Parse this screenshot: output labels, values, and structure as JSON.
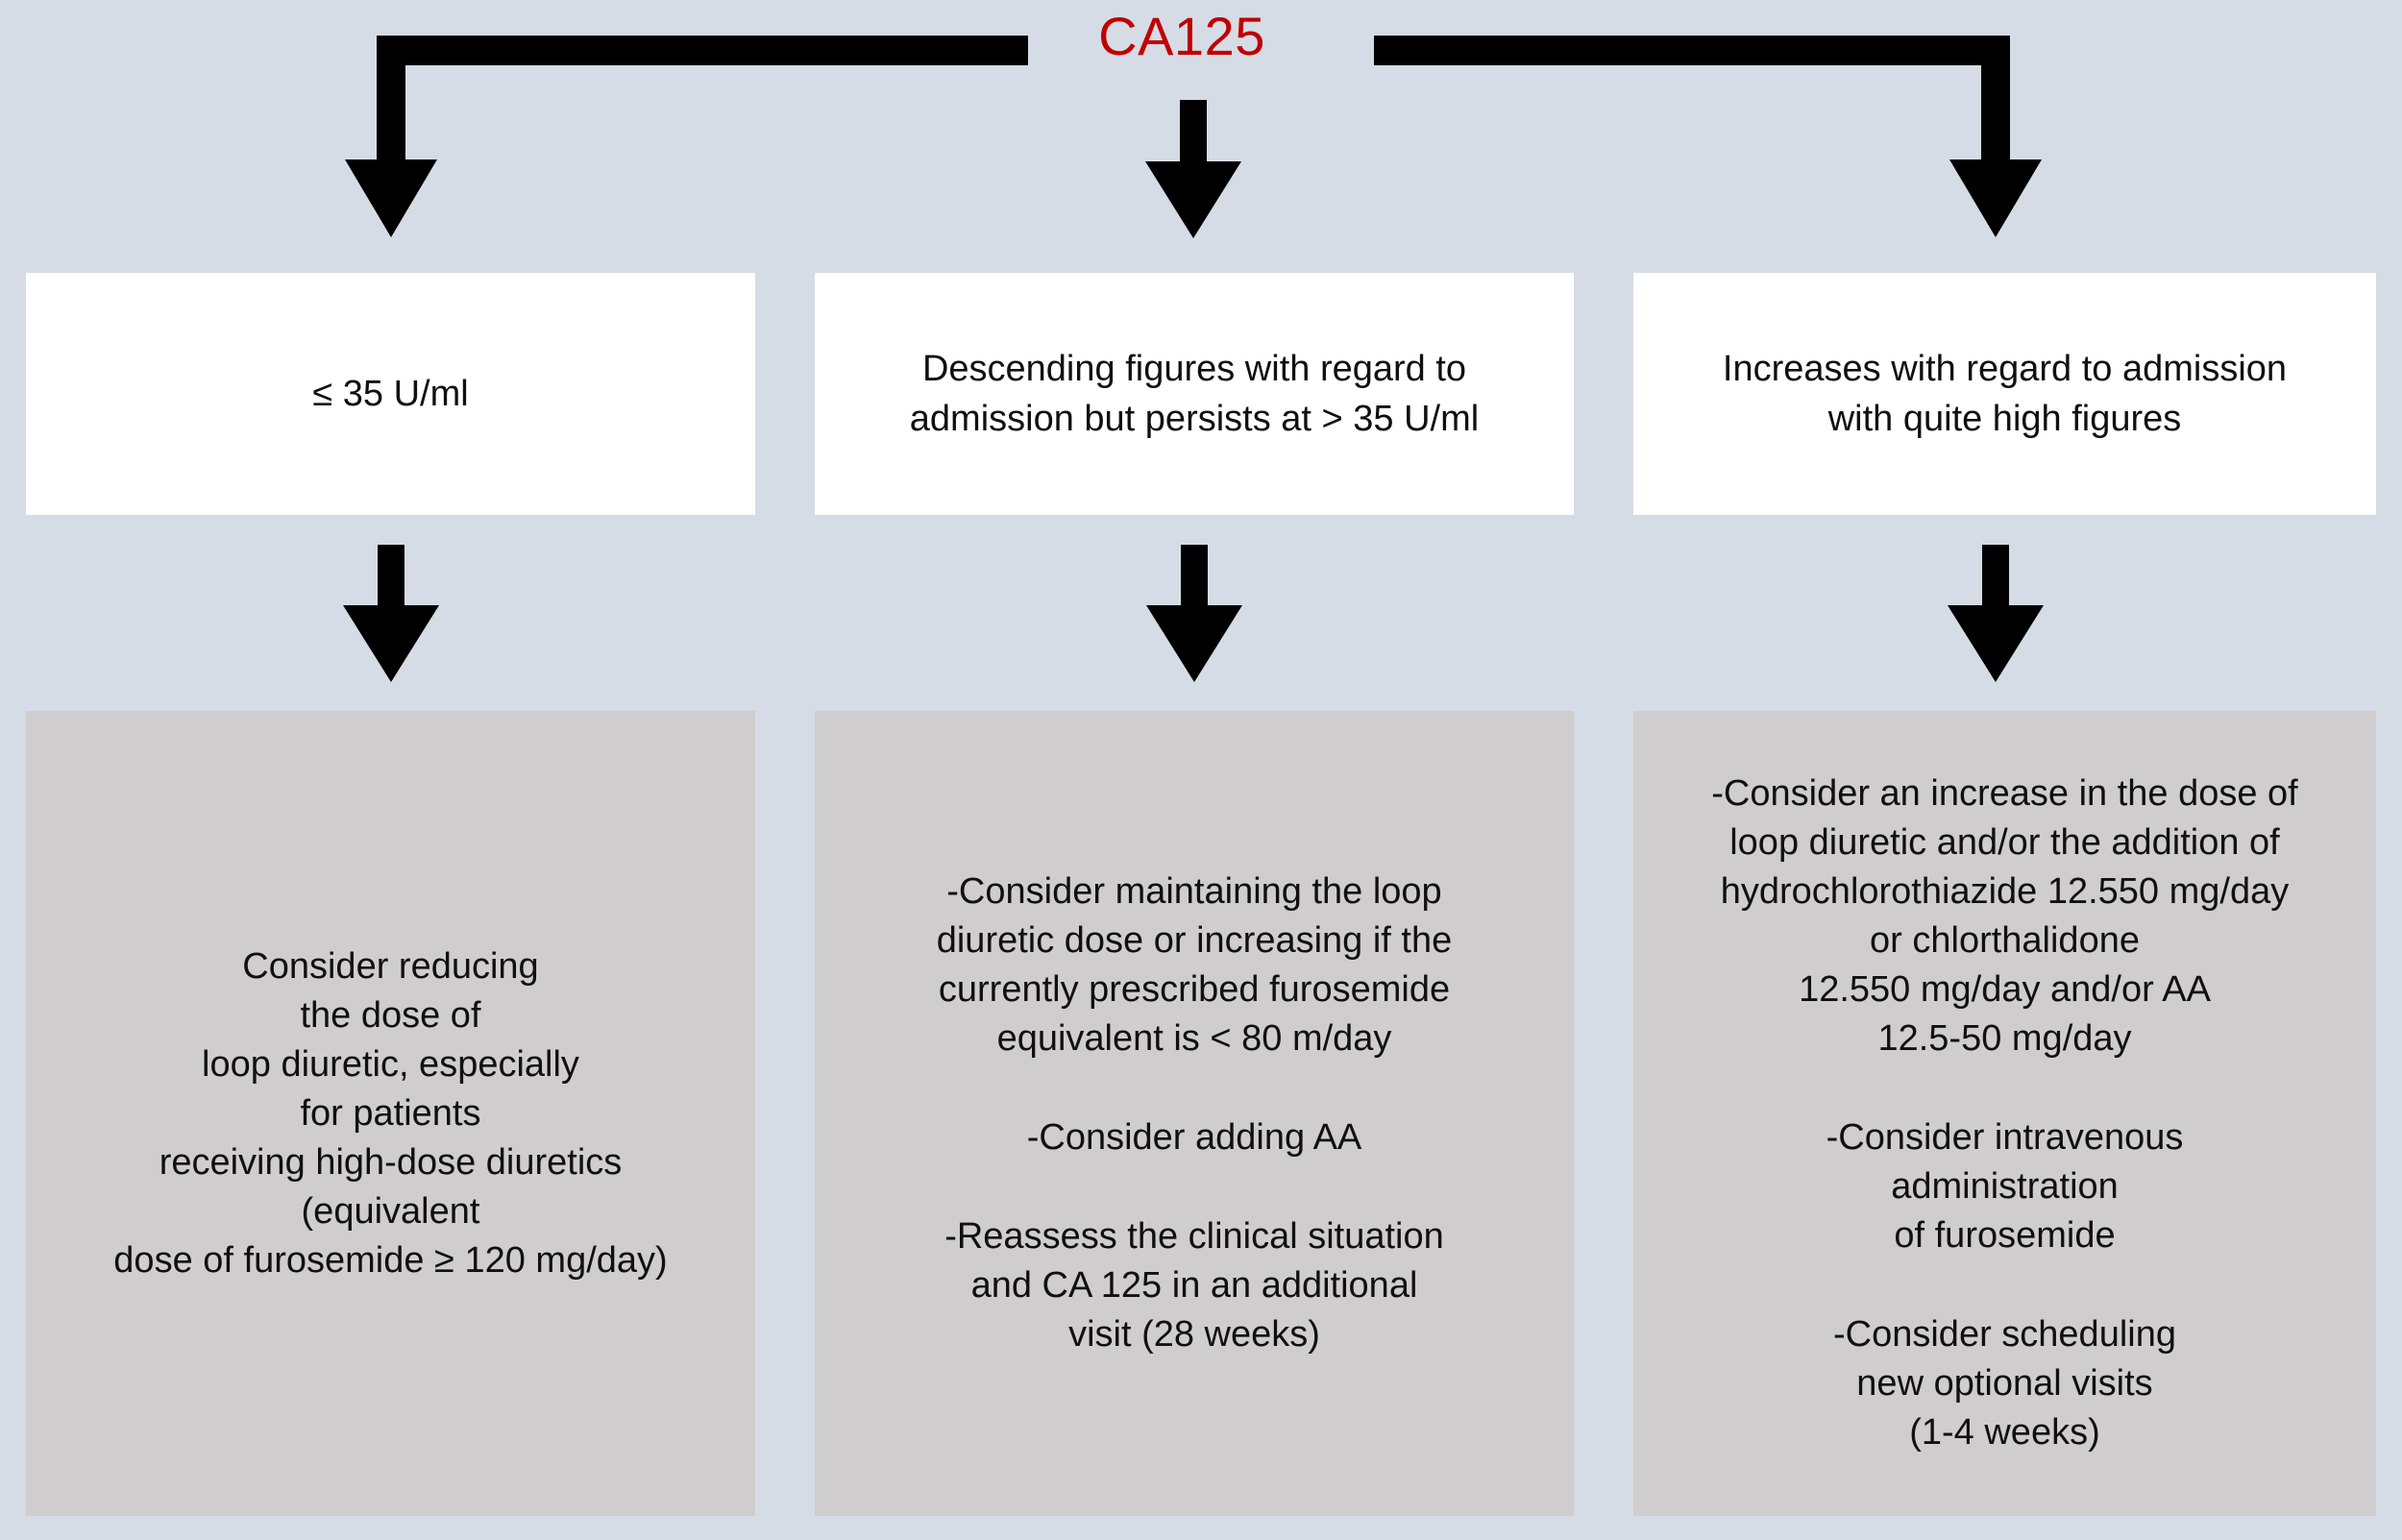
{
  "diagram": {
    "title": "CA125",
    "title_color": "#c00000",
    "background_color": "#d6dce5",
    "white_box_color": "#ffffff",
    "gray_box_color": "#cfcdcd",
    "connector_color": "#000000",
    "branches": [
      {
        "id": "branch-low",
        "criterion": "≤ 35 U/ml",
        "actions": [
          "Consider reducing\nthe dose of\nloop diuretic, especially\nfor patients\nreceiving high-dose diuretics\n(equivalent\ndose of furosemide ≥ 120 mg/day)"
        ]
      },
      {
        "id": "branch-descending",
        "criterion": "Descending figures with regard to\nadmission but persists at > 35 U/ml",
        "actions": [
          "-Consider maintaining the loop\ndiuretic dose or increasing if the\ncurrently prescribed furosemide\nequivalent is < 80 m/day",
          "-Consider adding AA",
          "-Reassess the clinical situation\nand CA 125 in an additional\nvisit (28 weeks)"
        ]
      },
      {
        "id": "branch-increasing",
        "criterion": "Increases with regard to admission\nwith quite high figures",
        "actions": [
          "-Consider an increase in the dose of\nloop diuretic and/or the addition of\nhydrochlorothiazide 12.550 mg/day\nor chlorthalidone\n12.550 mg/day and/or AA\n12.5-50 mg/day",
          "-Consider intravenous\nadministration\nof furosemide",
          "-Consider scheduling\nnew optional visits\n(1-4 weeks)"
        ]
      }
    ],
    "arrows": [
      {
        "name": "arrow-to-left-branch",
        "shape": "elbow-left"
      },
      {
        "name": "arrow-to-middle-branch",
        "shape": "straight-down"
      },
      {
        "name": "arrow-to-right-branch",
        "shape": "elbow-right"
      },
      {
        "name": "arrow-left-criterion-to-action",
        "shape": "straight-down"
      },
      {
        "name": "arrow-middle-criterion-to-action",
        "shape": "straight-down"
      },
      {
        "name": "arrow-right-criterion-to-action",
        "shape": "straight-down"
      }
    ]
  }
}
